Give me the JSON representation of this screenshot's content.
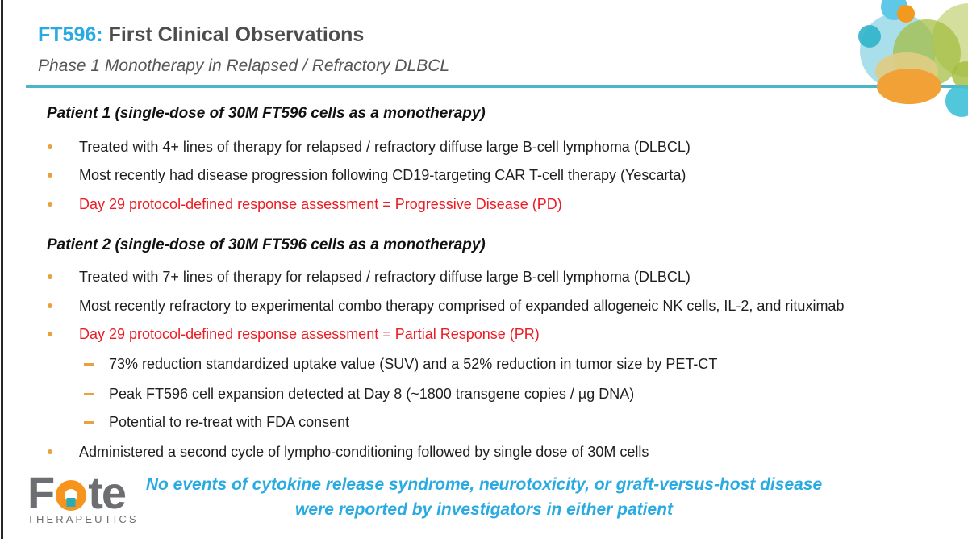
{
  "colors": {
    "accent_blue": "#29ABE2",
    "title_gray": "#4D4D4F",
    "alert_red": "#EC1C24",
    "bullet_gold": "#E9A13C",
    "rule_teal": "#4DB6C6",
    "body_black": "#1F1F1F",
    "logo_gray": "#6D6E71",
    "logo_orange": "#F7941E",
    "logo_teal": "#2AACB8"
  },
  "header": {
    "title_accent": "FT596:",
    "title_rest": "First Clinical Observations",
    "subtitle": "Phase 1 Monotherapy in Relapsed / Refractory DLBCL"
  },
  "patient1": {
    "heading": "Patient 1 (single-dose of 30M FT596 cells as a monotherapy)",
    "bullets": [
      {
        "text": "Treated with 4+ lines of therapy for relapsed / refractory diffuse large B-cell lymphoma (DLBCL)"
      },
      {
        "text": "Most recently had disease progression following CD19-targeting CAR T-cell therapy (Yescarta)"
      },
      {
        "text": "Day 29 protocol-defined response assessment = Progressive Disease (PD)"
      }
    ]
  },
  "patient2": {
    "heading": "Patient 2 (single-dose of 30M FT596 cells as a monotherapy)",
    "bullets": [
      {
        "text": "Treated with 7+ lines of therapy for relapsed / refractory diffuse large B-cell lymphoma (DLBCL)"
      },
      {
        "text": "Most recently refractory to experimental combo therapy comprised of expanded allogeneic NK cells, IL-2, and rituximab"
      },
      {
        "text": "Day 29 protocol-defined response assessment = Partial Response (PR)"
      }
    ],
    "sub_bullets": [
      {
        "text": "73% reduction standardized uptake value (SUV) and a 52% reduction in tumor size by PET-CT"
      },
      {
        "text": "Peak FT596 cell expansion detected at Day 8 (~1800 transgene copies / µg DNA)"
      },
      {
        "text": "Potential to re-treat with FDA consent"
      }
    ],
    "final_bullet": "Administered a second cycle of lympho-conditioning followed by single dose of 30M cells"
  },
  "footer": {
    "note_line1": "No events of cytokine release syndrome, neurotoxicity, or graft-versus-host disease",
    "note_line2": "were reported by investigators in either patient",
    "logo": {
      "prefix": "F",
      "suffix": "te",
      "subtext": "THERAPEUTICS"
    }
  }
}
